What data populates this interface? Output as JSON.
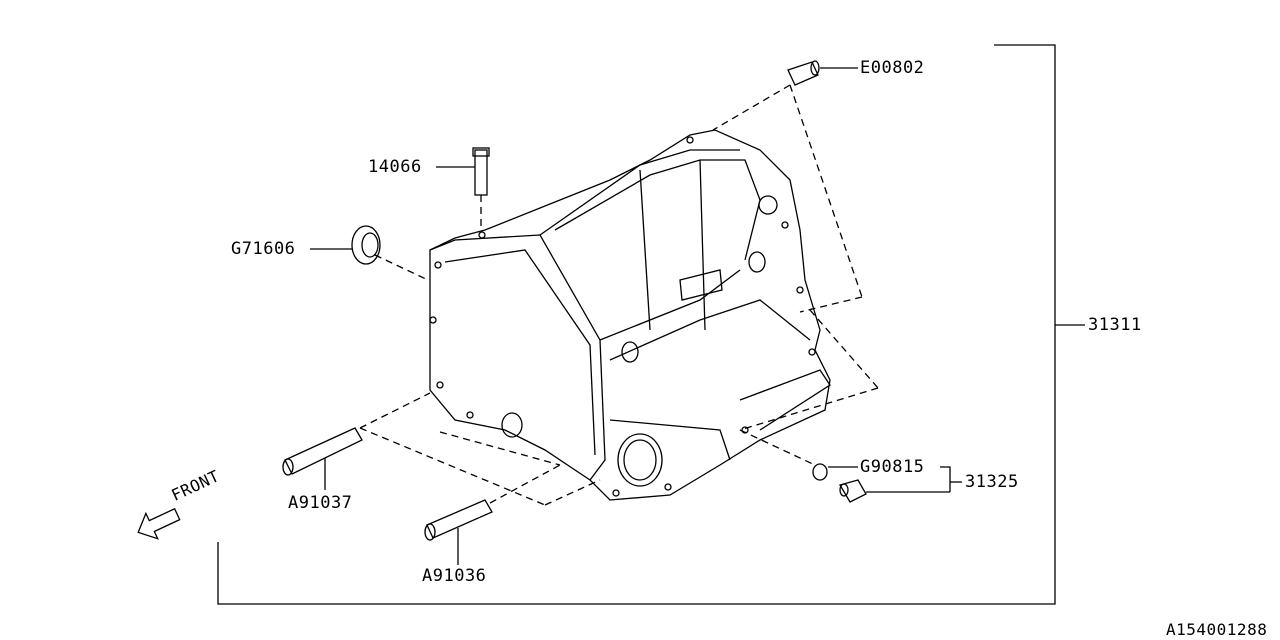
{
  "diagram": {
    "parts": [
      {
        "number": "E00802"
      },
      {
        "number": "14066"
      },
      {
        "number": "G71606"
      },
      {
        "number": "31311"
      },
      {
        "number": "G90815"
      },
      {
        "number": "31325"
      },
      {
        "number": "A91037"
      },
      {
        "number": "A91036"
      }
    ],
    "front_label": "FRONT",
    "diagram_id": "A154001288"
  }
}
